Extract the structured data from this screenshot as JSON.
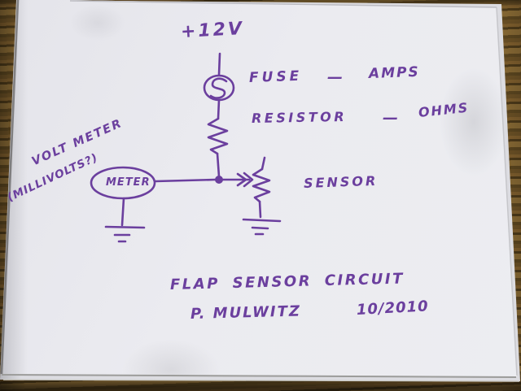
{
  "labels": {
    "supply_voltage": "+12V",
    "fuse": "FUSE",
    "fuse_dash": "—",
    "fuse_unit": "AMPS",
    "resistor": "RESISTOR",
    "resistor_dash": "—",
    "resistor_unit": "OHMS",
    "meter": "METER",
    "meter_note_1": "VOLT METER",
    "meter_note_2": "(MILLIVOLTS?)",
    "sensor": "SENSOR",
    "title": "FLAP SENSOR CIRCUIT",
    "author": "P. MULWITZ",
    "date": "10/2010"
  },
  "colors": {
    "ink": "#6b3f9e",
    "paper": "#e9e9ee",
    "wood": "#74572a"
  }
}
